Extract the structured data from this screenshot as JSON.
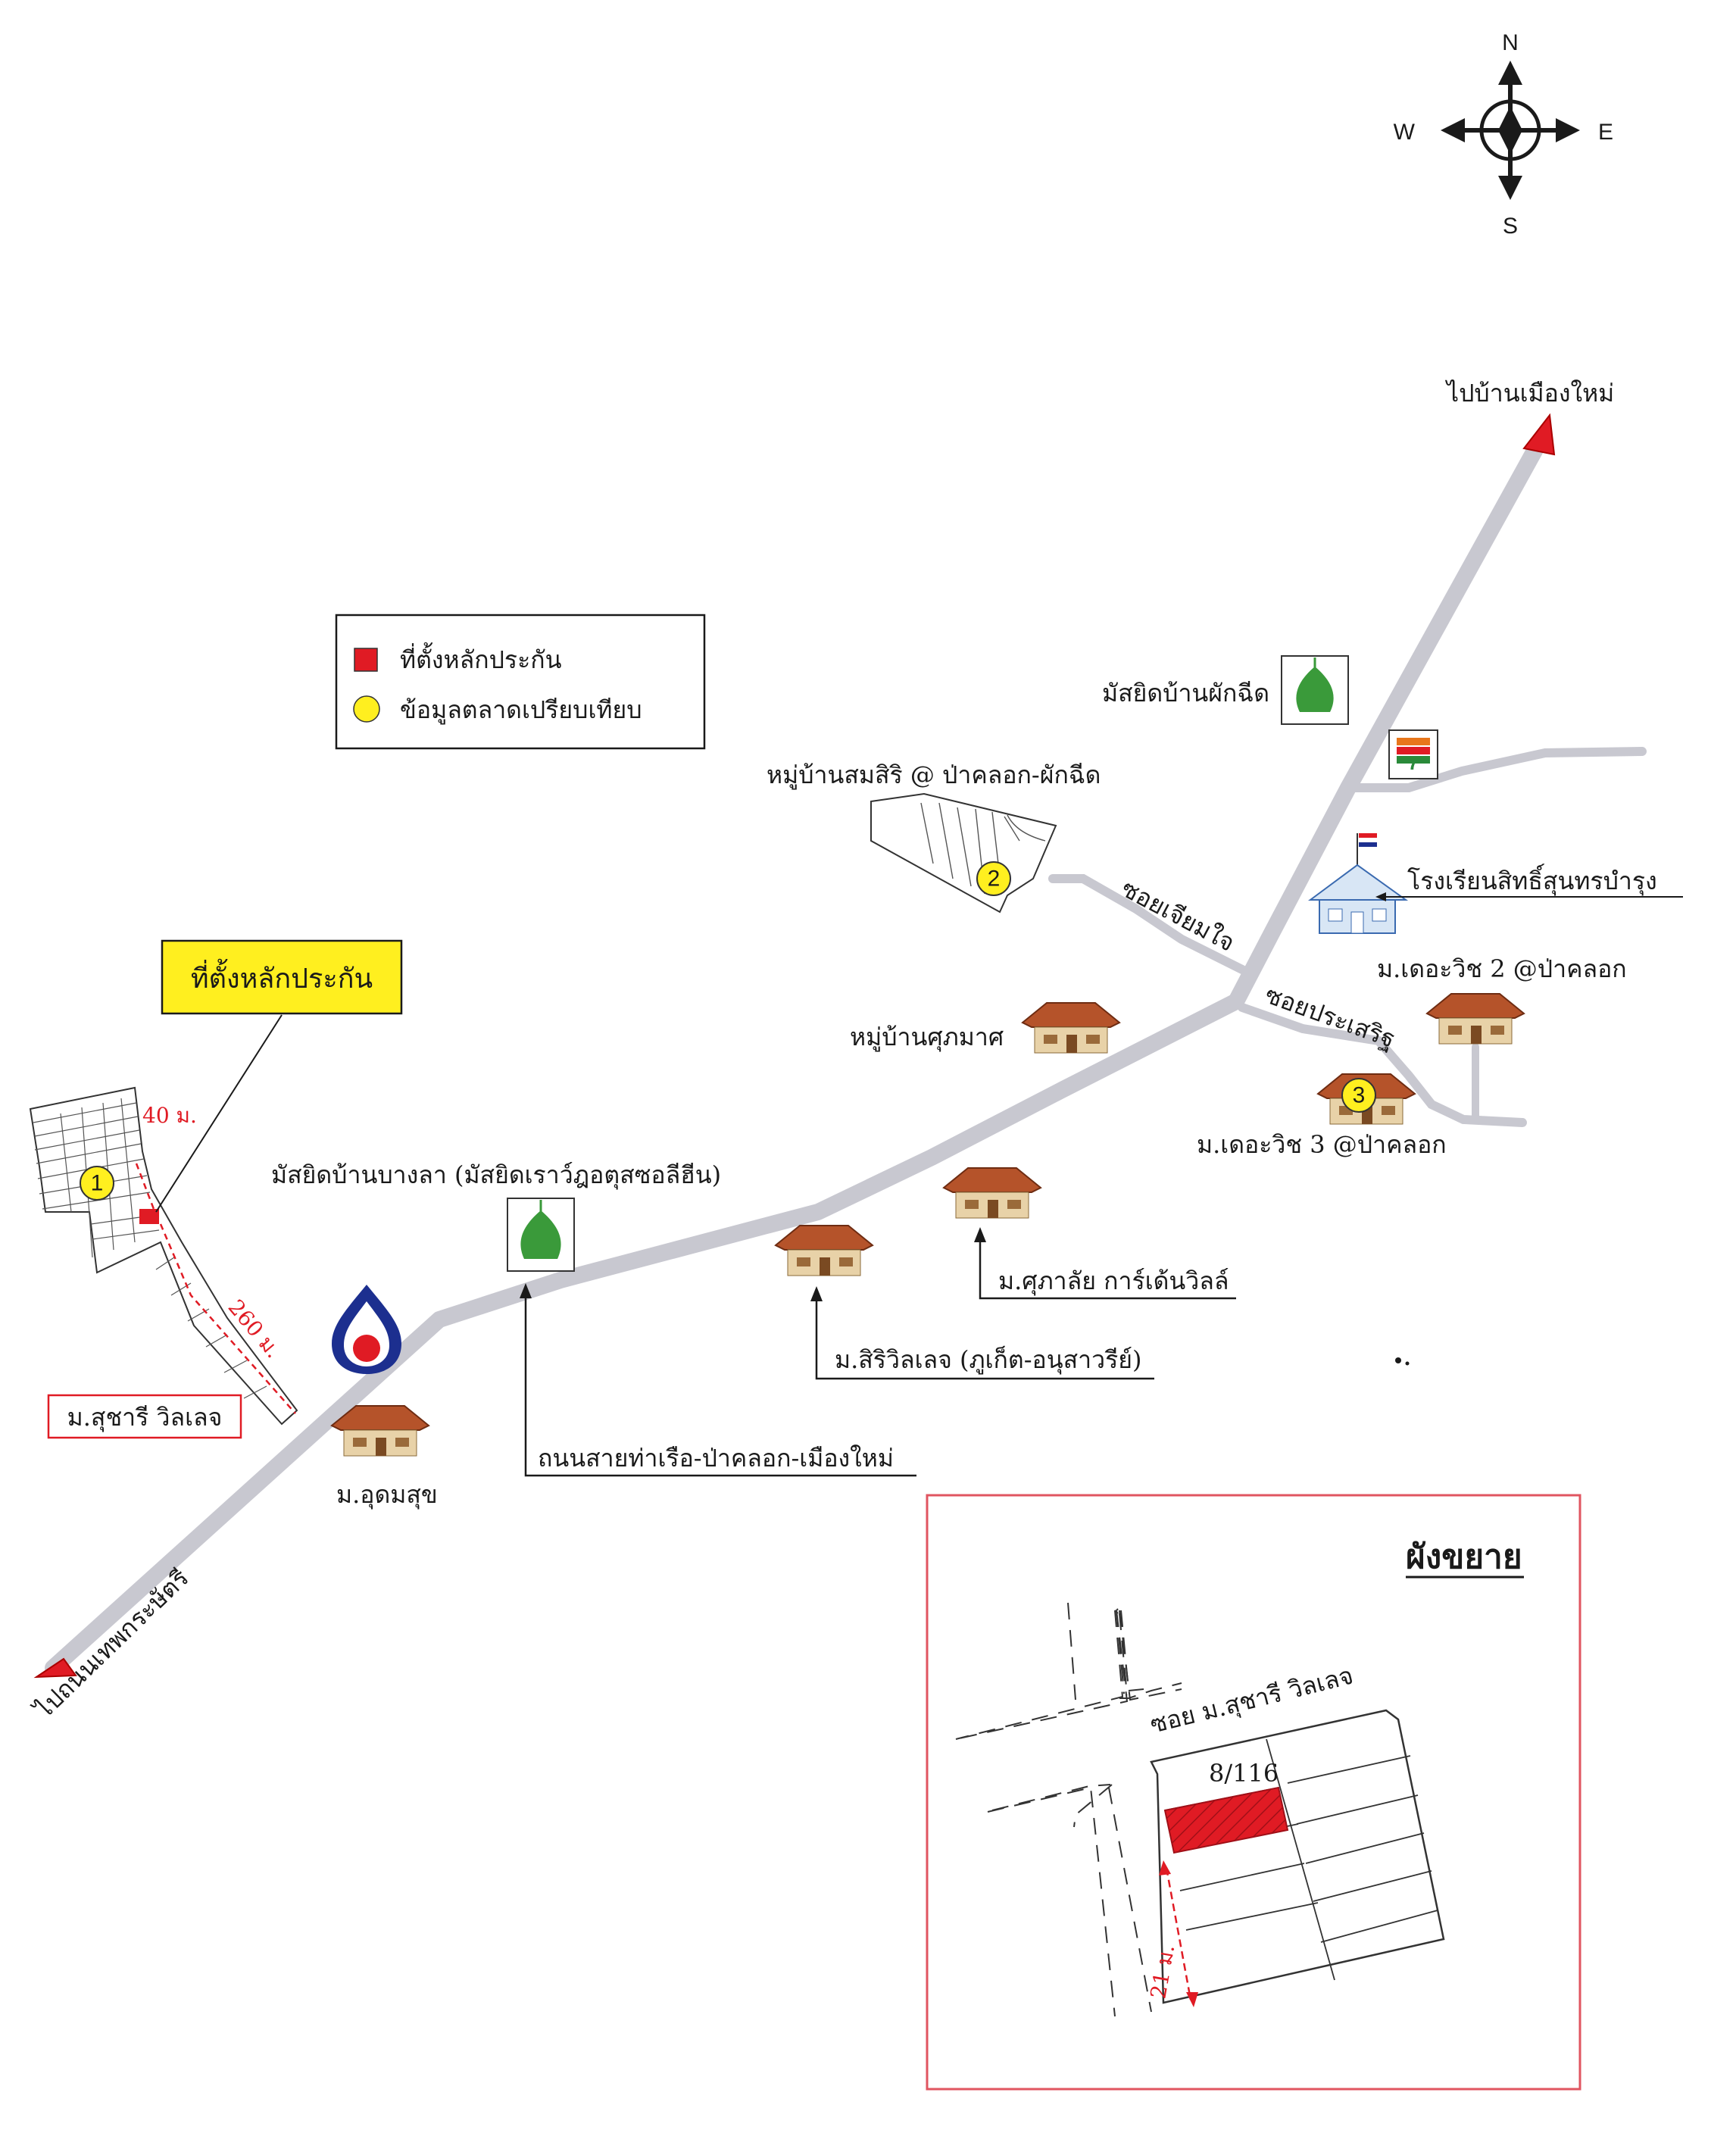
{
  "compass": {
    "n": "N",
    "s": "S",
    "e": "E",
    "w": "W"
  },
  "legend": {
    "items": [
      {
        "label": "ที่ตั้งหลักประกัน",
        "color": "#e01b24",
        "shape": "square"
      },
      {
        "label": "ข้อมูลตลาดเปรียบเทียบ",
        "color": "#ffef1f",
        "shape": "circle"
      }
    ]
  },
  "callout": {
    "label": "ที่ตั้งหลักประกัน"
  },
  "directions": {
    "northeast": "ไปบ้านเมืองใหม่",
    "southwest": "ไปถนนเทพกระษัตรี"
  },
  "roads": {
    "main": "ถนนสายท่าเรือ-ป่าคลอก-เมืองใหม่",
    "soi_1": "ซอยเจียมใจ",
    "soi_2": "ซอยประเสริฐ"
  },
  "distances": {
    "d1": "40 ม.",
    "d2": "260 ม."
  },
  "markers": [
    {
      "num": "1"
    },
    {
      "num": "2"
    },
    {
      "num": "3"
    }
  ],
  "labels": {
    "mosque_bangla": "มัสยิดบ้านบางลา (มัสยิดเราว์ฎอตุสซอลีฮีน)",
    "mosque_phaknit": "มัสยิดบ้านผักฉีด",
    "village_somsiri": "หมู่บ้านสมสิริ @ ป่าคลอก-ผักฉีด",
    "school": "โรงเรียนสิทธิ์สุนทรบำรุง",
    "the_rich_2": "ม.เดอะวิช 2 @ป่าคลอก",
    "the_rich_3": "ม.เดอะวิช 3 @ป่าคลอก",
    "village_suphamat": "หมู่บ้านศุภมาศ",
    "suphalai": "ม.ศุภาลัย การ์เด้นวิลล์",
    "siri_village": "ม.สิริวิลเลจ (ภูเก็ต-อนุสาวรีย์)",
    "udomsuk": "ม.อุดมสุข",
    "suchari": "ม.สุชารี วิลเลจ"
  },
  "inset": {
    "title": "ผังขยาย",
    "soi_label": "ซอย ม.สุชารี วิลเลจ",
    "plot_number": "8/116",
    "width_label": "21 ม."
  },
  "colors": {
    "road": "#c8c8d0",
    "collateral": "#e01b24",
    "comparable": "#ffef1f",
    "mosque": "#3a9a3a",
    "ptt_blue": "#1c2f8f",
    "inset_border": "#e05560"
  }
}
